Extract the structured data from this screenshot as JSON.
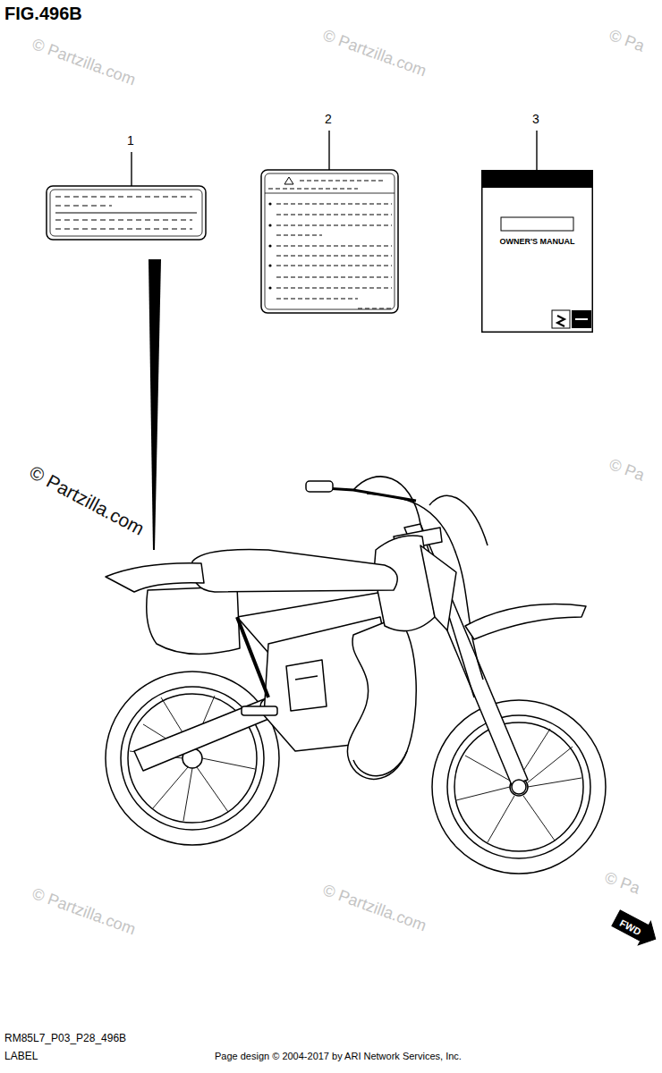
{
  "diagram": {
    "title": "FIG.496B",
    "nodes": [
      {
        "text": [
          "OWNER'S MANUAL"
        ]
      },
      {
        "text": [
          "FWD"
        ]
      }
    ],
    "labels": [
      "1",
      "2",
      "3",
      "© Partzilla.com",
      "© Partzilla.com",
      "© Pa",
      "© Partzilla.com",
      "© Pa",
      "© Partzilla.com",
      "© Partzilla.com",
      "© Pa",
      "RM85L7_P03_P28_496B",
      "LABEL",
      "Page design © 2004-2017 by ARI Network Services, Inc."
    ]
  }
}
